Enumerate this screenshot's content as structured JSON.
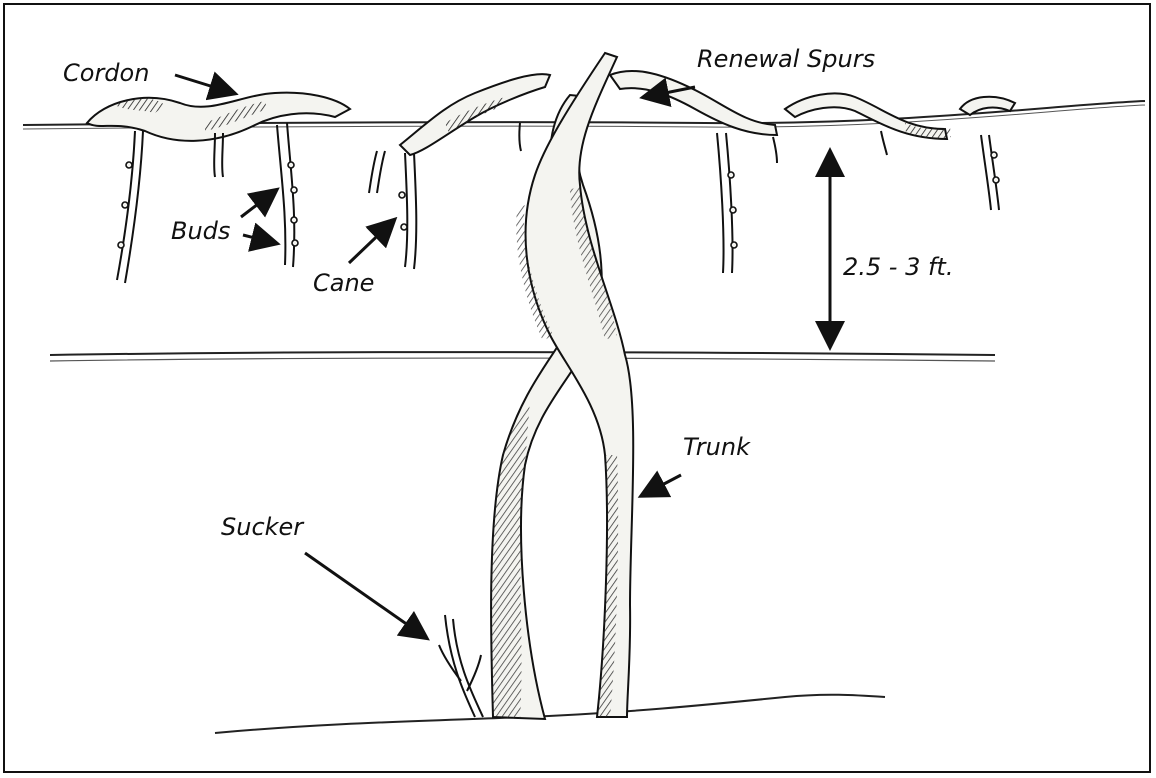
{
  "labels": {
    "cordon": "Cordon",
    "renewal_spurs": "Renewal Spurs",
    "buds": "Buds",
    "cane": "Cane",
    "height": "2.5 - 3 ft.",
    "trunk": "Trunk",
    "sucker": "Sucker"
  },
  "colors": {
    "ink": "#111111",
    "bark_fill": "#f4f4f0",
    "bark_shade": "#2a2a2a"
  }
}
